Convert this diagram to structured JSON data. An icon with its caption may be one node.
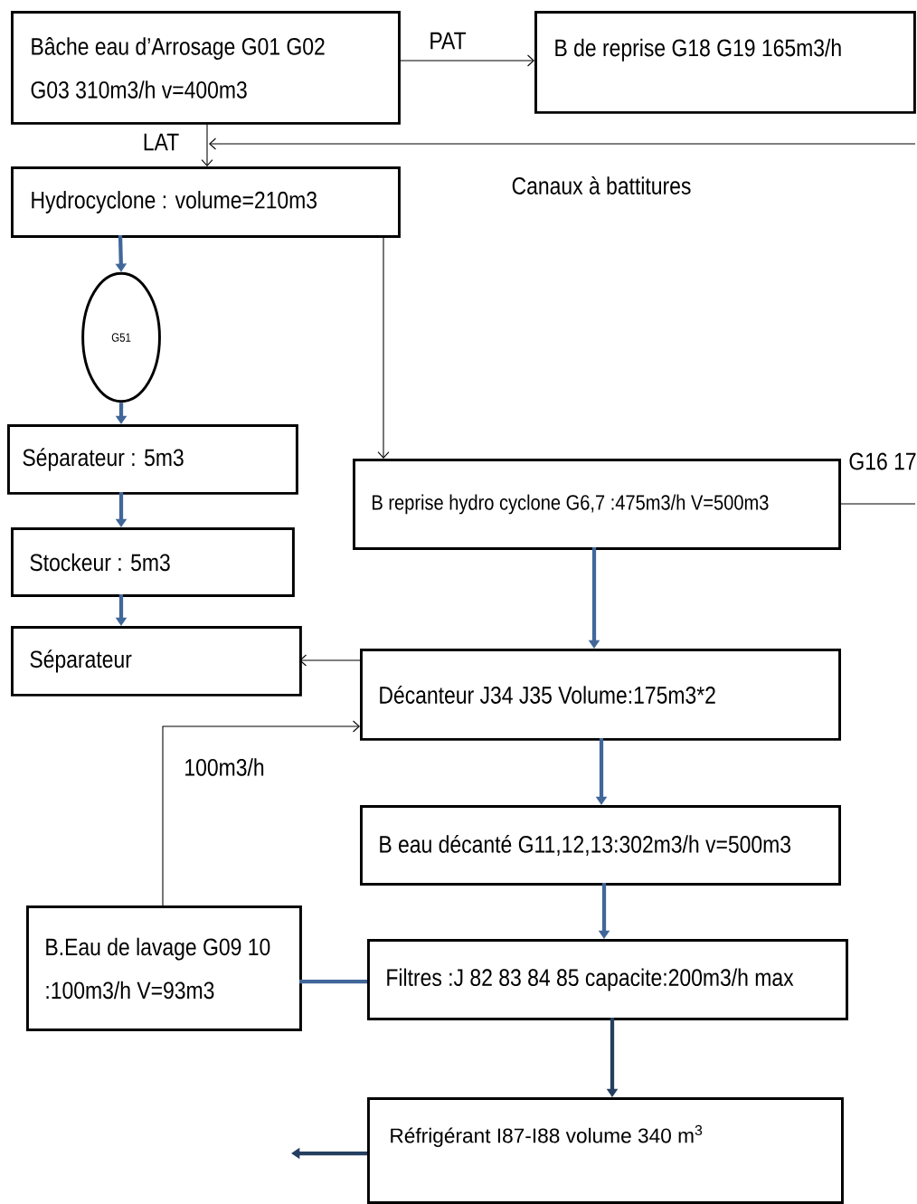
{
  "diagram": {
    "nodes": [
      {
        "text": [
          "Bâche eau d’Arrosage G01 G02 G03 310m3/h v=400m3"
        ]
      },
      {
        "text": [
          "B de reprise G18 G19 165m3/h"
        ]
      },
      {
        "text": [
          "Hydrocyclone : volume=210m3"
        ]
      },
      {
        "text": [
          "G51"
        ]
      },
      {
        "text": [
          "Séparateur : 5m3"
        ]
      },
      {
        "text": [
          "Stockeur : 5m3"
        ]
      },
      {
        "text": [
          "Séparateur"
        ]
      },
      {
        "text": [
          "B reprise hydro cyclone G6,7 :475m3/h V=500m3"
        ]
      },
      {
        "text": [
          "Décanteur J34 J35 Volume:175m3*2"
        ]
      },
      {
        "text": [
          "B eau décanté G11,12,13:302m3/h v=500m3"
        ]
      },
      {
        "text": [
          "B.Eau de lavage G09 10 :100m3/h V=93m3"
        ]
      },
      {
        "text": [
          "Filtres :J 82 83 84 85 capacite:200m3/h max"
        ]
      },
      {
        "text": [
          "Réfrigérant I87-I88 volume 340 m$^{3}$"
        ]
      }
    ],
    "edges": [
      {
        "from": 0,
        "to": 1,
        "arrow": "to",
        "label": "PAT",
        "color": "#000000"
      },
      {
        "from": 0,
        "to": 2,
        "arrow": "to",
        "label": "LAT",
        "color": "#000000"
      },
      {
        "from": null,
        "to": 2,
        "arrow": "to",
        "label": "Canaux à battitures",
        "color": "#000000"
      },
      {
        "from": 2,
        "to": 7,
        "arrow": "to",
        "color": "#000000"
      },
      {
        "from": 2,
        "to": 3,
        "arrow": "to"
      },
      {
        "from": 3,
        "to": 4,
        "arrow": "to"
      },
      {
        "from": 4,
        "to": 5,
        "arrow": "to"
      },
      {
        "from": 5,
        "to": 6,
        "arrow": "to"
      },
      {
        "from": 7,
        "to": 8,
        "arrow": "to"
      },
      {
        "from": 8,
        "to": 6,
        "arrow": "to",
        "color": "#000000"
      },
      {
        "from": 10,
        "to": 8,
        "arrow": "to",
        "label": "100m3/h",
        "color": "#000000"
      },
      {
        "from": 8,
        "to": 9,
        "arrow": "to"
      },
      {
        "from": 9,
        "to": 11,
        "arrow": "to"
      },
      {
        "from": 11,
        "to": 10,
        "arrow": "none"
      },
      {
        "from": 11,
        "to": 12,
        "arrow": "to",
        "color": "#243f60"
      },
      {
        "from": 12,
        "to": null,
        "arrow": "to",
        "color": "#243f60"
      },
      {
        "from": 7,
        "to": null,
        "arrow": "none",
        "label": "G16 17",
        "color": "#000000"
      }
    ]
  }
}
